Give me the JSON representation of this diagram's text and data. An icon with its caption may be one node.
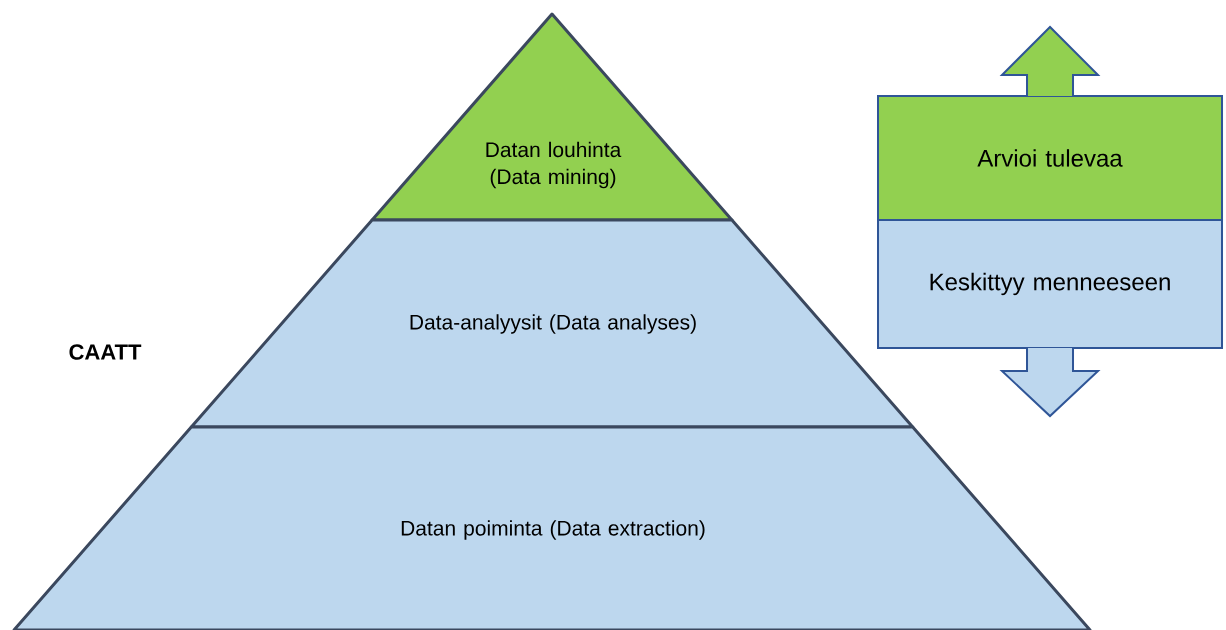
{
  "diagram": {
    "nodes": [
      {
        "text": [
          "Datan louhinta (Data mining)"
        ]
      },
      {
        "text": [
          "Data-analyysit (Data analyses)"
        ]
      },
      {
        "text": [
          "Datan poiminta (Data extraction)"
        ]
      },
      {
        "text": [
          "Arvioi tulevaa"
        ]
      },
      {
        "text": [
          "Keskittyy menneeseen"
        ]
      }
    ],
    "edges": [
      {
        "from": 3,
        "to": null,
        "arrow": "to"
      },
      {
        "from": 4,
        "to": null,
        "arrow": "to"
      }
    ],
    "labels": [
      "CAATT"
    ]
  }
}
